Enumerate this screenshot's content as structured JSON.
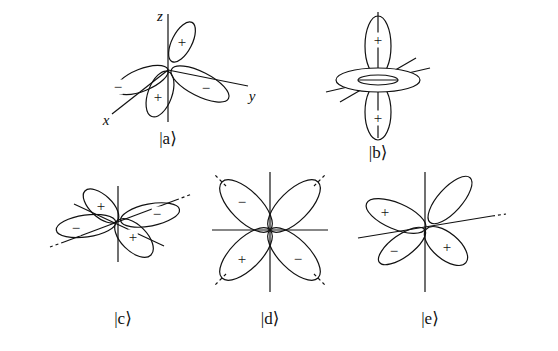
{
  "diagram": {
    "labels": [
      "z",
      "x",
      "y",
      "+",
      "−",
      "+",
      "−",
      "|a⟩",
      "+",
      "+",
      "|b⟩",
      "+",
      "−",
      "−",
      "+",
      "|c⟩",
      "−",
      "+",
      "−",
      "|d⟩",
      "+",
      "+",
      "−",
      "|e⟩"
    ]
  }
}
